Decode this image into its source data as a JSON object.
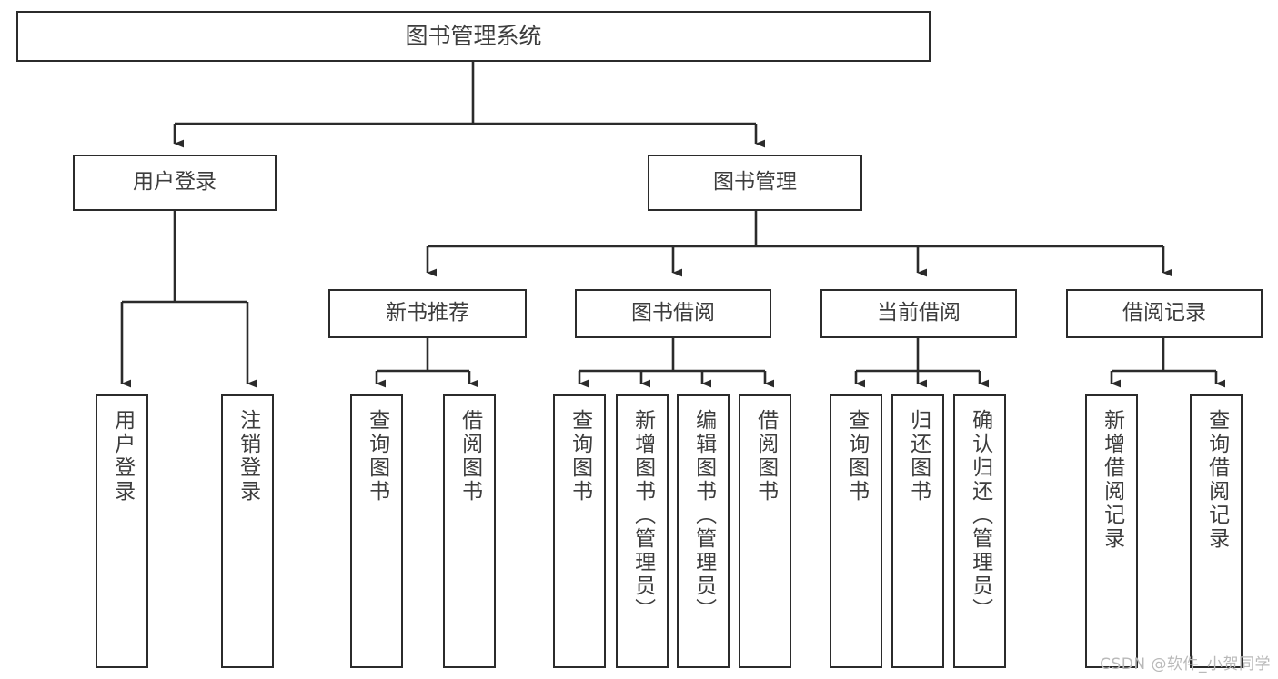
{
  "diagram": {
    "type": "tree-hierarchy",
    "title": "图书管理系统",
    "watermark": "CSDN @软件_小贺同学",
    "colors": {
      "background": "#ffffff",
      "node_border": "#2b2b2b",
      "node_fill": "#ffffff",
      "text": "#3d3d3d",
      "edge": "#2b2b2b",
      "watermark": "#b9b9b9"
    },
    "levels": {
      "level0": [
        "图书管理系统"
      ],
      "level1": [
        "用户登录",
        "图书管理"
      ],
      "level2": [
        "新书推荐",
        "图书借阅",
        "当前借阅",
        "借阅记录"
      ],
      "level3": [
        "用户登录",
        "注销登录",
        "查询图书",
        "借阅图书",
        "查询图书",
        "新增图书（管理员）",
        "编辑图书（管理员）",
        "借阅图书",
        "查询图书",
        "归还图书",
        "确认归还（管理员）",
        "新增借阅记录",
        "查询借阅记录"
      ]
    },
    "nodes": {
      "root": {
        "label": "图书管理系统"
      },
      "user_login": {
        "label": "用户登录"
      },
      "book_mgmt": {
        "label": "图书管理"
      },
      "new_book_rec": {
        "label": "新书推荐"
      },
      "book_borrow": {
        "label": "图书借阅"
      },
      "current_borrow": {
        "label": "当前借阅"
      },
      "borrow_record": {
        "label": "借阅记录"
      },
      "leaf_user_login": {
        "label": "用户登录"
      },
      "leaf_user_logout": {
        "label": "注销登录"
      },
      "leaf_query_book_a": {
        "label": "查询图书"
      },
      "leaf_borrow_book_a": {
        "label": "借阅图书"
      },
      "leaf_query_book_b": {
        "label": "查询图书"
      },
      "leaf_add_book": {
        "label": "新增图书（管理员）"
      },
      "leaf_edit_book": {
        "label": "编辑图书（管理员）"
      },
      "leaf_borrow_book_b": {
        "label": "借阅图书"
      },
      "leaf_query_book_c": {
        "label": "查询图书"
      },
      "leaf_return_book": {
        "label": "归还图书"
      },
      "leaf_confirm_return": {
        "label": "确认归还（管理员）"
      },
      "leaf_add_record": {
        "label": "新增借阅记录"
      },
      "leaf_query_record": {
        "label": "查询借阅记录"
      }
    },
    "edges": [
      {
        "from": "root",
        "to": "user_login"
      },
      {
        "from": "root",
        "to": "book_mgmt"
      },
      {
        "from": "user_login",
        "to": "leaf_user_login"
      },
      {
        "from": "user_login",
        "to": "leaf_user_logout"
      },
      {
        "from": "book_mgmt",
        "to": "new_book_rec"
      },
      {
        "from": "book_mgmt",
        "to": "book_borrow"
      },
      {
        "from": "book_mgmt",
        "to": "current_borrow"
      },
      {
        "from": "book_mgmt",
        "to": "borrow_record"
      },
      {
        "from": "new_book_rec",
        "to": "leaf_query_book_a"
      },
      {
        "from": "new_book_rec",
        "to": "leaf_borrow_book_a"
      },
      {
        "from": "book_borrow",
        "to": "leaf_query_book_b"
      },
      {
        "from": "book_borrow",
        "to": "leaf_add_book"
      },
      {
        "from": "book_borrow",
        "to": "leaf_edit_book"
      },
      {
        "from": "book_borrow",
        "to": "leaf_borrow_book_b"
      },
      {
        "from": "current_borrow",
        "to": "leaf_query_book_c"
      },
      {
        "from": "current_borrow",
        "to": "leaf_return_book"
      },
      {
        "from": "current_borrow",
        "to": "leaf_confirm_return"
      },
      {
        "from": "borrow_record",
        "to": "leaf_add_record"
      },
      {
        "from": "borrow_record",
        "to": "leaf_query_record"
      }
    ]
  }
}
